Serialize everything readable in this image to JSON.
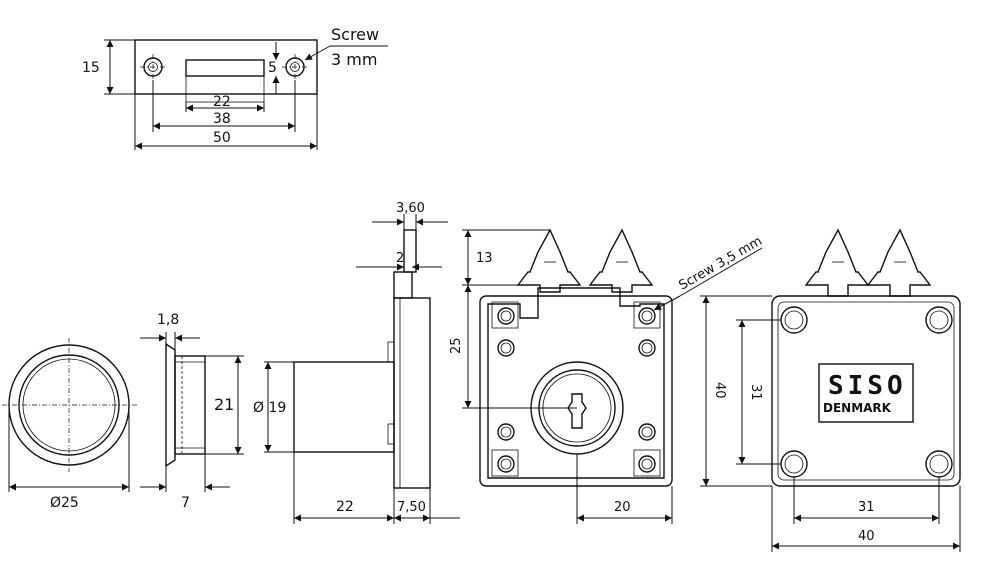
{
  "strike_plate": {
    "screw_label": "Screw",
    "screw_size": "3 mm",
    "dim_height": "15",
    "dim_slot_height": "5",
    "dim_slot_width": "22",
    "dim_hole_spacing": "38",
    "dim_total_width": "50"
  },
  "cylinder_front": {
    "dim_diameter": "Ø25"
  },
  "cylinder_side": {
    "dim_flange": "1,8",
    "dim_height": "21",
    "dim_length": "7"
  },
  "lock_side": {
    "dim_plate_thickness": "3,60",
    "dim_bolt_gap": "2",
    "dim_cylinder_dia": "Ø 19",
    "dim_cylinder_length": "22",
    "dim_body_depth": "7,50"
  },
  "lock_front": {
    "screw_label": "Screw 3,5 mm",
    "dim_bolt_height": "13",
    "dim_center_height": "25",
    "dim_center_offset": "20"
  },
  "lock_back": {
    "brand_main": "SISO",
    "brand_sub": "DENMARK",
    "dim_height": "40",
    "dim_hole_spacing_v": "31",
    "dim_hole_spacing_h": "31",
    "dim_width": "40"
  }
}
